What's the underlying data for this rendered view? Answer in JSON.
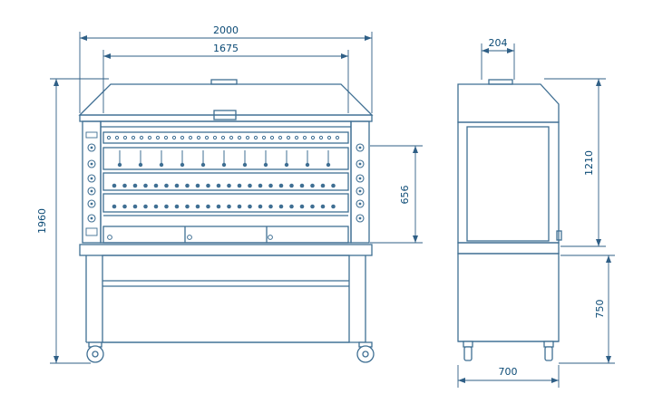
{
  "colors": {
    "line": "#3f6f93",
    "dim": "#2f5f86",
    "text": "#0b4a75",
    "fill": "#ffffff"
  },
  "dimensions": {
    "overall_width": "2000",
    "inner_width": "1675",
    "overall_height": "1960",
    "spit_section_height": "656",
    "hood_width": "204",
    "upper_height": "1210",
    "base_height": "750",
    "depth": "700"
  },
  "views": {
    "front": {
      "spit_levels": 5,
      "casters": 2,
      "control_knobs_per_side": 6
    },
    "side": {
      "casters": 2
    }
  }
}
